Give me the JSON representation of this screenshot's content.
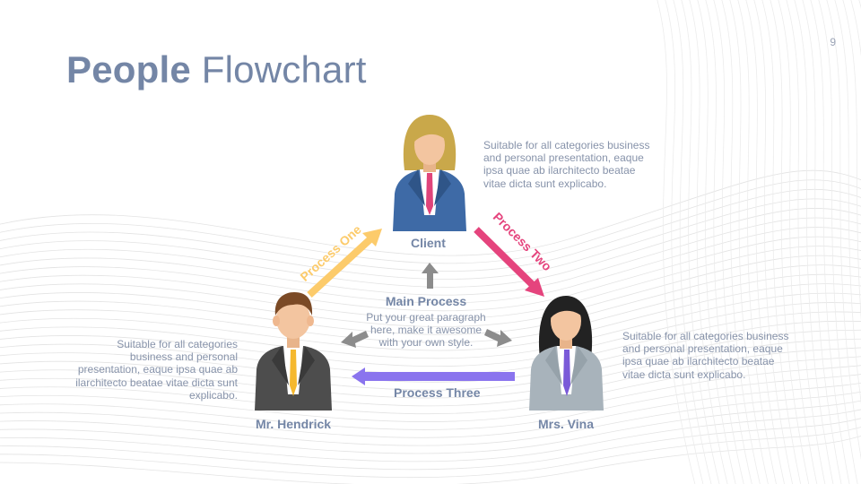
{
  "page_number": "9",
  "title": {
    "bold": "People",
    "regular": "Flowchart"
  },
  "people": {
    "client": {
      "name": "Client",
      "description": "Suitable for all categories business and personal presentation, eaque ipsa quae ab ilarchitecto beatae vitae dicta sunt explicabo."
    },
    "hendrick": {
      "name": "Mr. Hendrick",
      "description": "Suitable for all categories business and personal presentation, eaque ipsa quae ab ilarchitecto beatae vitae dicta sunt explicabo."
    },
    "vina": {
      "name": "Mrs. Vina",
      "description": "Suitable for all categories business and personal presentation, eaque ipsa quae ab ilarchitecto beatae vitae dicta sunt explicabo."
    }
  },
  "center": {
    "title": "Main Process",
    "text": "Put your great paragraph here, make it awesome with your own style."
  },
  "processes": {
    "one": {
      "label": "Process One",
      "color": "#fccb6b"
    },
    "two": {
      "label": "Process Two",
      "color": "#e5447d"
    },
    "three": {
      "label": "Process Three",
      "color": "#8a74ee"
    }
  },
  "colors": {
    "title": "#7486a6",
    "body_text": "#8793aa",
    "center_arrows": "#8c8c8c",
    "client_suit": "#3e6aa6",
    "client_tie": "#e0447a",
    "hendrick_suit": "#4d4d4d",
    "hendrick_tie": "#f5b82e",
    "vina_suit": "#a8b3bb",
    "vina_tie": "#7a5ad8"
  }
}
